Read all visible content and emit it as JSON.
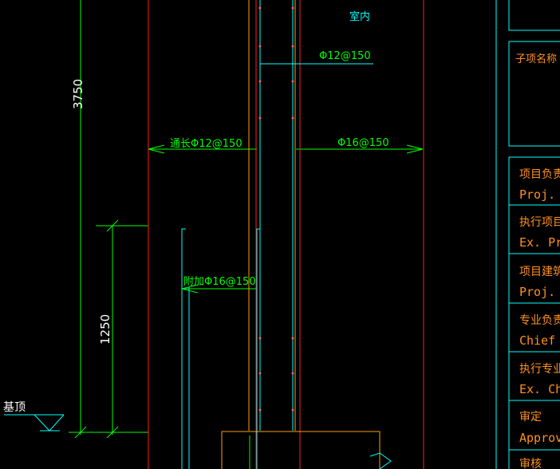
{
  "drawing": {
    "room_label": "室内",
    "dim_upper": "3750",
    "dim_lower": "1250",
    "bar_label_top": "Φ12@150",
    "bar_label_left": "通长Φ12@150",
    "bar_label_right": "Φ16@150",
    "bar_label_added": "附加Φ16@150",
    "foundation_top_label": "基顶"
  },
  "title_block": {
    "subproject": "子项名称",
    "rows": [
      {
        "zh": "项目负责",
        "en": "Proj. M"
      },
      {
        "zh": "执行项目的",
        "en": "Ex. Proj"
      },
      {
        "zh": "项目建筑",
        "en": "Proj. A"
      },
      {
        "zh": "专业负责",
        "en": "Chief"
      },
      {
        "zh": "执行专业负",
        "en": "Ex. Chi"
      },
      {
        "zh": "审定",
        "en": "Approv"
      },
      {
        "zh": "审核",
        "en": ""
      }
    ]
  },
  "colors": {
    "dim_green": "#00ff00",
    "wall_red": "#ff2020",
    "bar_orange": "#ffa000",
    "cyan": "#00ffff",
    "tb_orange": "#ff9020",
    "dot_red": "#ff6060"
  }
}
